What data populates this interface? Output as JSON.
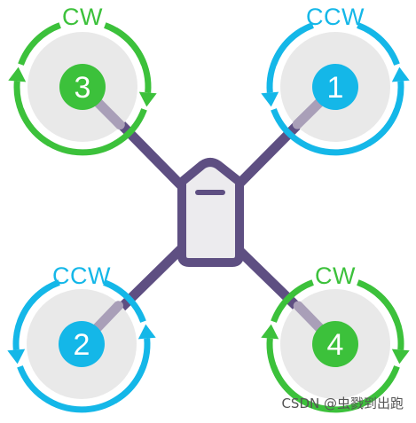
{
  "colors": {
    "cw": "#3cc13b",
    "ccw": "#14b7e8",
    "frame": "#5e4f82",
    "prop_disc": "#e9e9e9",
    "body": "#ecebee",
    "arm_inner": "#a99fb8"
  },
  "motors": [
    {
      "id": "m1",
      "number": "1",
      "direction": "CCW"
    },
    {
      "id": "m2",
      "number": "2",
      "direction": "CCW"
    },
    {
      "id": "m3",
      "number": "3",
      "direction": "CW"
    },
    {
      "id": "m4",
      "number": "4",
      "direction": "CW"
    }
  ],
  "watermark": "CSDN @虫戮到出跑"
}
